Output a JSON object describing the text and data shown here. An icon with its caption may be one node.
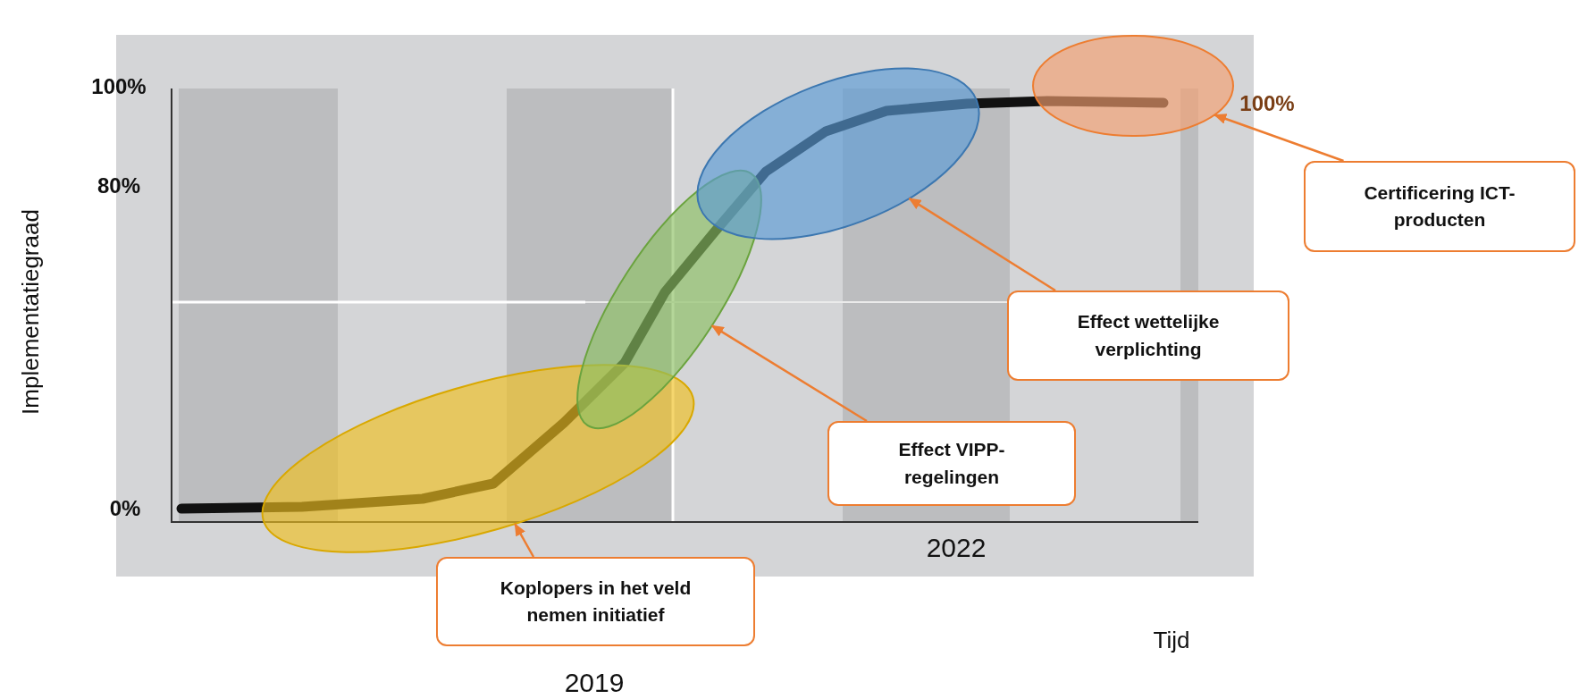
{
  "diagram": {
    "nodes": [
      {
        "text": [],
        "shape": "ellipse"
      },
      {
        "text": [],
        "shape": "ellipse"
      },
      {
        "text": [],
        "shape": "ellipse"
      },
      {
        "text": [],
        "shape": "ellipse"
      },
      {
        "text": [
          "Koplopers in het veld nemen initiatief"
        ]
      },
      {
        "text": [
          "Effect VIPP- regelingen"
        ]
      },
      {
        "text": [
          "Effect wettelijke verplichting"
        ]
      },
      {
        "text": [
          "Certificering ICT-producten"
        ]
      }
    ],
    "edges": [
      {
        "from": 4,
        "to": 0,
        "arrow": "to"
      },
      {
        "from": 5,
        "to": 1,
        "arrow": "to"
      },
      {
        "from": 6,
        "to": 2,
        "arrow": "to"
      },
      {
        "from": 7,
        "to": 3,
        "arrow": "to"
      }
    ],
    "labels": [
      "100%",
      "100%",
      "80%",
      "Implementatiegraad",
      "0%",
      "2022",
      "Tijd",
      "2019"
    ]
  }
}
